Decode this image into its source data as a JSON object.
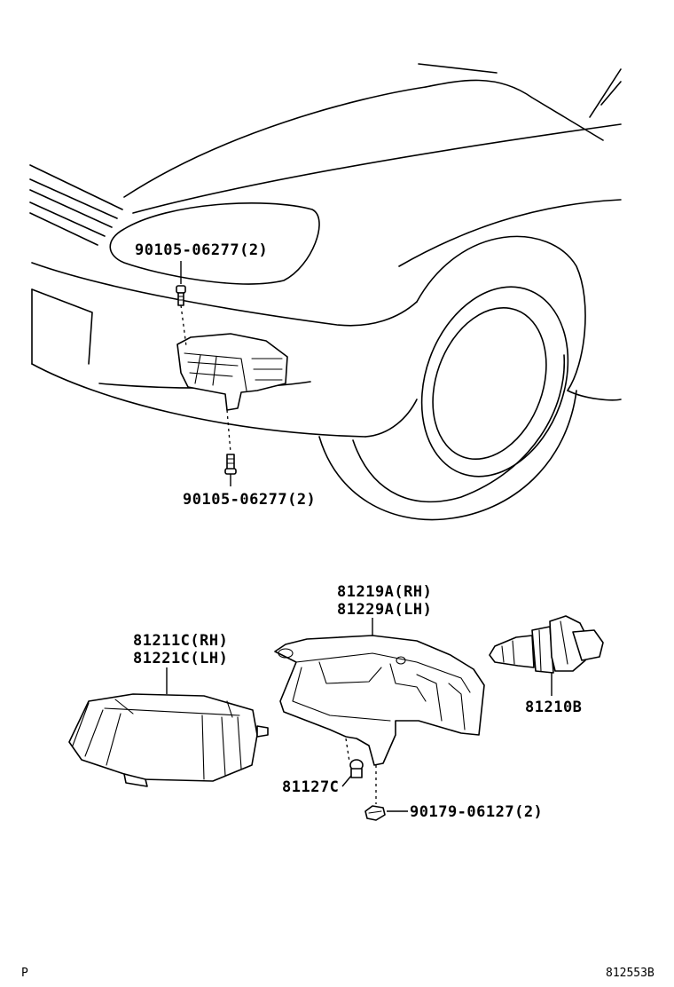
{
  "labels": {
    "bolt_upper": "90105-06277(2)",
    "bolt_lower": "90105-06277(2)",
    "housing_rh": "81219A(RH)",
    "housing_lh": "81229A(LH)",
    "lens_rh": "81211C(RH)",
    "lens_lh": "81221C(LH)",
    "bulb": "81210B",
    "socket": "81127C",
    "nut": "90179-06127(2)"
  },
  "footer": {
    "left_code": "P",
    "figure_id": "812553B"
  }
}
